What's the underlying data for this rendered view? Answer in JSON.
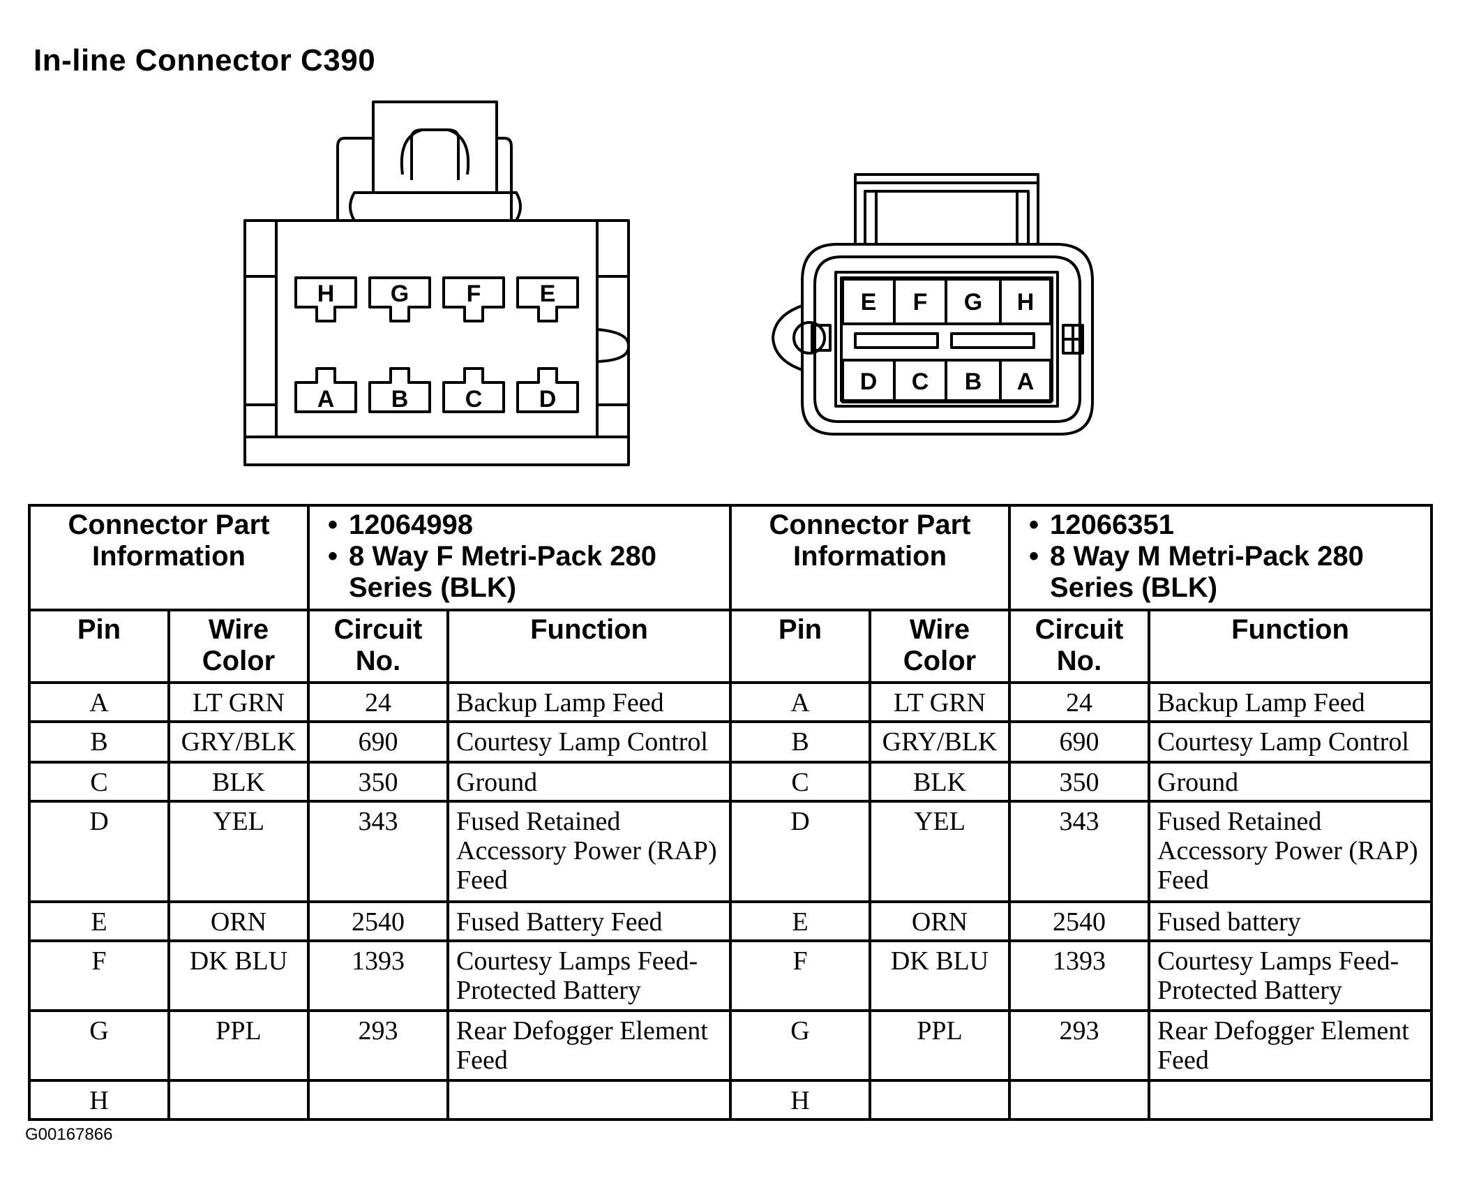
{
  "title": "In-line Connector C390",
  "female_connector": {
    "top_row": [
      "H",
      "G",
      "F",
      "E"
    ],
    "bottom_row": [
      "A",
      "B",
      "C",
      "D"
    ]
  },
  "male_connector": {
    "top_row": [
      "E",
      "F",
      "G",
      "H"
    ],
    "bottom_row": [
      "D",
      "C",
      "B",
      "A"
    ]
  },
  "left": {
    "part_info_label": "Connector Part Information",
    "part_number": "12064998",
    "part_description": "8 Way F Metri-Pack 280 Series (BLK)"
  },
  "right": {
    "part_info_label": "Connector Part Information",
    "part_number": "12066351",
    "part_description": "8 Way M Metri-Pack 280 Series (BLK)"
  },
  "columns": [
    "Pin",
    "Wire Color",
    "Circuit No.",
    "Function"
  ],
  "rows": [
    {
      "left": [
        "A",
        "LT GRN",
        "24",
        "Backup Lamp Feed"
      ],
      "right": [
        "A",
        "LT GRN",
        "24",
        "Backup Lamp Feed"
      ]
    },
    {
      "left": [
        "B",
        "GRY/BLK",
        "690",
        "Courtesy Lamp Control"
      ],
      "right": [
        "B",
        "GRY/BLK",
        "690",
        "Courtesy Lamp Control"
      ]
    },
    {
      "left": [
        "C",
        "BLK",
        "350",
        "Ground"
      ],
      "right": [
        "C",
        "BLK",
        "350",
        "Ground"
      ]
    },
    {
      "left": [
        "D",
        "YEL",
        "343",
        "Fused Retained Accessory Power (RAP) Feed"
      ],
      "right": [
        "D",
        "YEL",
        "343",
        "Fused Retained Accessory Power (RAP) Feed"
      ]
    },
    {
      "left": [
        "E",
        "ORN",
        "2540",
        "Fused Battery Feed"
      ],
      "right": [
        "E",
        "ORN",
        "2540",
        "Fused battery"
      ]
    },
    {
      "left": [
        "F",
        "DK BLU",
        "1393",
        "Courtesy Lamps Feed-Protected Battery"
      ],
      "right": [
        "F",
        "DK BLU",
        "1393",
        "Courtesy Lamps Feed-Protected Battery"
      ]
    },
    {
      "left": [
        "G",
        "PPL",
        "293",
        "Rear Defogger Element Feed"
      ],
      "right": [
        "G",
        "PPL",
        "293",
        "Rear Defogger Element Feed"
      ]
    },
    {
      "left": [
        "H",
        "",
        "",
        ""
      ],
      "right": [
        "H",
        "",
        "",
        ""
      ]
    }
  ],
  "figure_code": "G00167866"
}
